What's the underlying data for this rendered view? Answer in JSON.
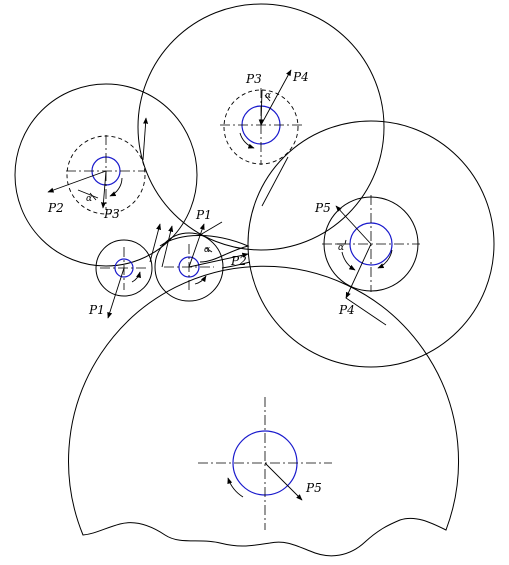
{
  "labels": {
    "p1_left": "P1",
    "p1_mid": "P1",
    "p2_left": "P2",
    "p2_mid": "P2",
    "p3_left": "P3",
    "p3_top": "P3",
    "p4_top": "P4",
    "p4_right": "P4",
    "p5_right": "P5",
    "p5_bottom": "P5"
  },
  "angle_marks": {
    "left": "α",
    "top": "α",
    "mid": "α",
    "right": "α"
  }
}
